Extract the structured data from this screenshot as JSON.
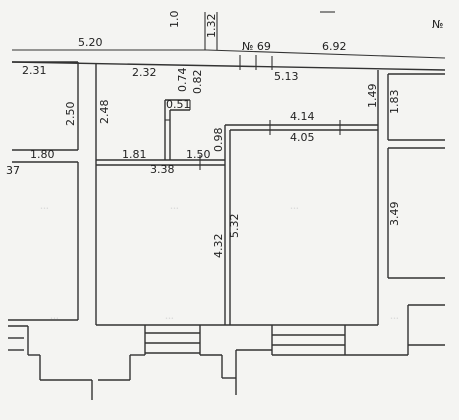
{
  "dimensions": {
    "d_5_20": "5.20",
    "d_6_92": "6.92",
    "d_1_32": "1.32",
    "d_2_31": "2.31",
    "d_2_50": "2.50",
    "d_2_32": "2.32",
    "d_0_74": "0.74",
    "d_0_82": "0.82",
    "d_5_13": "5.13",
    "d_1_49": "1.49",
    "d_1_83": "1.83",
    "d_2_48": "2.48",
    "d_0_51": "0.51",
    "d_4_14": "4.14",
    "d_4_05": "4.05",
    "d_0_98": "0.98",
    "d_1_80": "1.80",
    "d_1_81": "1.81",
    "d_1_50": "1.50",
    "d_3_38": "3.38",
    "d_5_32": "5.32",
    "d_4_32": "4.32",
    "d_3_49": "3.49",
    "d_37": "37",
    "d_top_partial": "1.0"
  },
  "labels": {
    "room_number": "№ 69",
    "corner_number": "№"
  }
}
